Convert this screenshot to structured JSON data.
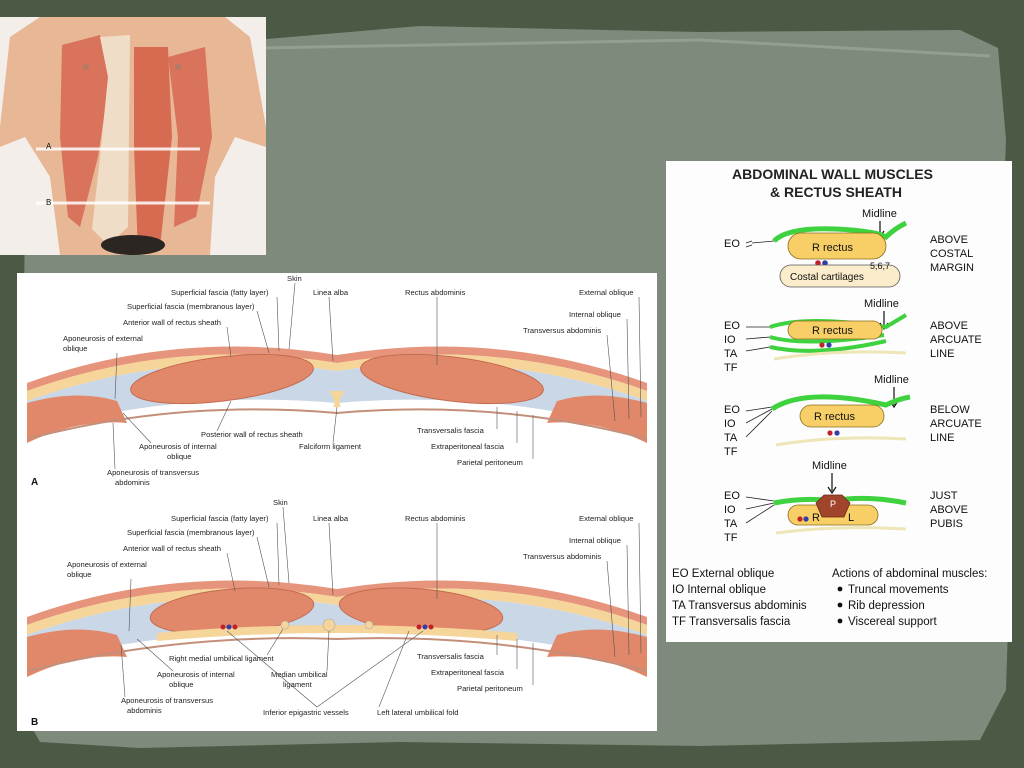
{
  "torso": {
    "line_a": "A",
    "line_b": "B"
  },
  "cross_sections": {
    "a": {
      "panel_letter": "A",
      "labels": {
        "skin": "Skin",
        "fatty": "Superficial fascia (fatty layer)",
        "membranous": "Superficial fascia (membranous layer)",
        "anterior_wall": "Anterior wall of rectus sheath",
        "apo_eo_1": "Aponeurosis of external",
        "apo_eo_2": "oblique",
        "linea_alba": "Linea alba",
        "rectus": "Rectus abdominis",
        "external_oblique": "External oblique",
        "internal_oblique": "Internal oblique",
        "transversus": "Transversus abdominis",
        "posterior_wall": "Posterior wall of rectus sheath",
        "apo_io_1": "Aponeurosis of internal",
        "apo_io_2": "oblique",
        "apo_ta_1": "Aponeurosis of transversus",
        "apo_ta_2": "abdominis",
        "falciform": "Falciform ligament",
        "transversalis": "Transversalis fascia",
        "extraperitoneal": "Extraperitoneal fascia",
        "parietal": "Parietal peritoneum"
      }
    },
    "b": {
      "panel_letter": "B",
      "labels": {
        "skin": "Skin",
        "fatty": "Superficial fascia (fatty layer)",
        "membranous": "Superficial fascia (membranous layer)",
        "anterior_wall": "Anterior wall of rectus sheath",
        "apo_eo_1": "Aponeurosis of external",
        "apo_eo_2": "oblique",
        "linea_alba": "Linea alba",
        "rectus": "Rectus abdominis",
        "external_oblique": "External oblique",
        "internal_oblique": "Internal oblique",
        "transversus": "Transversus abdominis",
        "right_medial": "Right medial umbilical ligament",
        "apo_io_1": "Aponeurosis of internal",
        "apo_io_2": "oblique",
        "median_1": "Median umbilical",
        "median_2": "ligament",
        "apo_ta_1": "Aponeurosis of transversus",
        "apo_ta_2": "abdominis",
        "inferior_epigastric": "Inferior epigastric vessels",
        "left_lateral": "Left lateral umbilical fold",
        "transversalis": "Transversalis fascia",
        "extraperitoneal": "Extraperitoneal fascia",
        "parietal": "Parietal peritoneum"
      }
    }
  },
  "sheath": {
    "title_1": "ABDOMINAL WALL MUSCLES",
    "title_2": "& RECTUS SHEATH",
    "midline": "Midline",
    "r_rectus": "R rectus",
    "costal_cartilages": "Costal cartilages",
    "cartilage_numbers": "5,6,7",
    "r": "R",
    "l": "L",
    "p": "P",
    "abbr": {
      "eo": "EO",
      "io": "IO",
      "ta": "TA",
      "tf": "TF"
    },
    "levels": {
      "l1": [
        "ABOVE",
        "COSTAL",
        "MARGIN"
      ],
      "l2": [
        "ABOVE",
        "ARCUATE",
        "LINE"
      ],
      "l3": [
        "BELOW",
        "ARCUATE",
        "LINE"
      ],
      "l4": [
        "JUST",
        "ABOVE",
        "PUBIS"
      ]
    },
    "legend": [
      "EO External oblique",
      "IO Internal oblique",
      "TA Transversus abdominis",
      "TF Transversalis fascia"
    ],
    "actions_title": "Actions of abdominal muscles:",
    "actions": [
      "Truncal movements",
      "Rib depression",
      "Viscereal support"
    ]
  },
  "colors": {
    "background": "#4b5a44",
    "paper": "#7e8a7b",
    "muscle": "#e2886a",
    "fat": "#f6d59a",
    "fascia": "#c9d7e6",
    "sheath_green": "#3fd23f",
    "rectus_fill": "#f7cf66"
  }
}
